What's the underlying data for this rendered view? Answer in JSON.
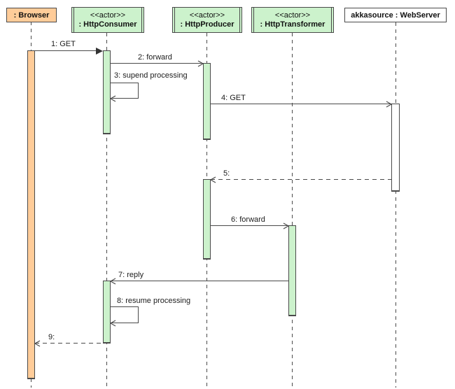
{
  "diagram": {
    "type": "uml-sequence-diagram",
    "participants": [
      {
        "id": "browser",
        "stereotype": "",
        "name": ": Browser"
      },
      {
        "id": "consumer",
        "stereotype": "<<actor>>",
        "name": ": HttpConsumer"
      },
      {
        "id": "producer",
        "stereotype": "<<actor>>",
        "name": ": HttpProducer"
      },
      {
        "id": "transformer",
        "stereotype": "<<actor>>",
        "name": ": HttpTransformer"
      },
      {
        "id": "webserver",
        "stereotype": "",
        "name": "akkasource : WebServer"
      }
    ],
    "messages": [
      {
        "label": "1: GET",
        "from": "browser",
        "to": "consumer",
        "line": "solid",
        "arrow": "filled",
        "self": false
      },
      {
        "label": "2: forward",
        "from": "consumer",
        "to": "producer",
        "line": "solid",
        "arrow": "open",
        "self": false
      },
      {
        "label": "3: supend processing",
        "from": "consumer",
        "to": "consumer",
        "line": "solid",
        "arrow": "open",
        "self": true
      },
      {
        "label": "4: GET",
        "from": "producer",
        "to": "webserver",
        "line": "solid",
        "arrow": "open",
        "self": false
      },
      {
        "label": "5:",
        "from": "webserver",
        "to": "producer",
        "line": "dashed",
        "arrow": "open",
        "self": false
      },
      {
        "label": "6: forward",
        "from": "producer",
        "to": "transformer",
        "line": "solid",
        "arrow": "open",
        "self": false
      },
      {
        "label": "7: reply",
        "from": "transformer",
        "to": "consumer",
        "line": "solid",
        "arrow": "open",
        "self": false
      },
      {
        "label": "8: resume processing",
        "from": "consumer",
        "to": "consumer",
        "line": "solid",
        "arrow": "open",
        "self": true
      },
      {
        "label": "9:",
        "from": "consumer",
        "to": "browser",
        "line": "dashed",
        "arrow": "open",
        "self": false
      }
    ],
    "colors": {
      "actor_fill": "#ccf2cc",
      "browser_fill": "#ffcc99",
      "webserver_fill": "#ffffff",
      "line": "#4a4a4a",
      "background": "#ffffff"
    }
  }
}
